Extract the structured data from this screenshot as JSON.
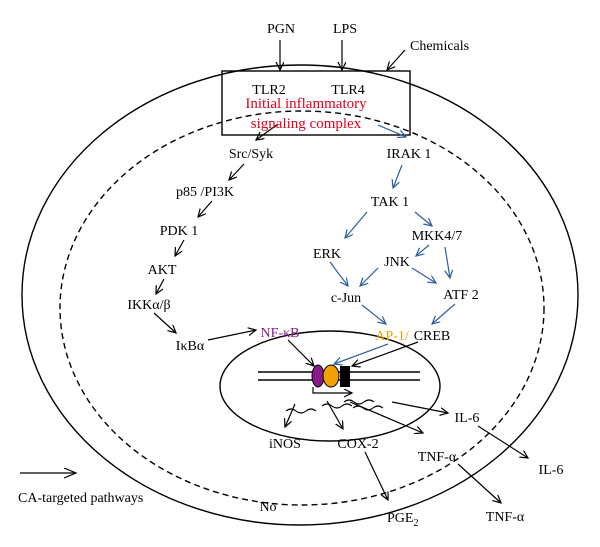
{
  "colors": {
    "black": "#000000",
    "blue": "#2f5f9a",
    "red": "#e0001b",
    "purple": "#8a1a8a",
    "orange": "#f0a000"
  },
  "labels": {
    "pgn": "PGN",
    "lps": "LPS",
    "chemicals": "Chemicals",
    "tlr2": "TLR2",
    "tlr4": "TLR4",
    "complex_line1": "Initial inflammatory",
    "complex_line2": "signaling complex",
    "src_syk": "Src/Syk",
    "irak1": "IRAK 1",
    "p85_pi3k": "p85 /PI3K",
    "tak1": "TAK 1",
    "pdk1": "PDK 1",
    "erk": "ERK",
    "mkk47": "MKK4/7",
    "jnk": "JNK",
    "akt": "AKT",
    "cjun": "c-Jun",
    "atf2": "ATF 2",
    "ikk": "IKKα/β",
    "ikba": "IκBα",
    "nfkb": "NF-κB",
    "ap1": "AP-1/",
    "creb": "CREB",
    "il6_inner": "IL-6",
    "il6_outer": "IL-6",
    "inos": "iNOS",
    "cox2": "COX-2",
    "tnfa_inner": "TNF-α",
    "tnfa_outer": "TNF-α",
    "pge2": "PGE",
    "pge2_sub": "2",
    "no": "No",
    "legend": "CA-targeted pathways"
  }
}
